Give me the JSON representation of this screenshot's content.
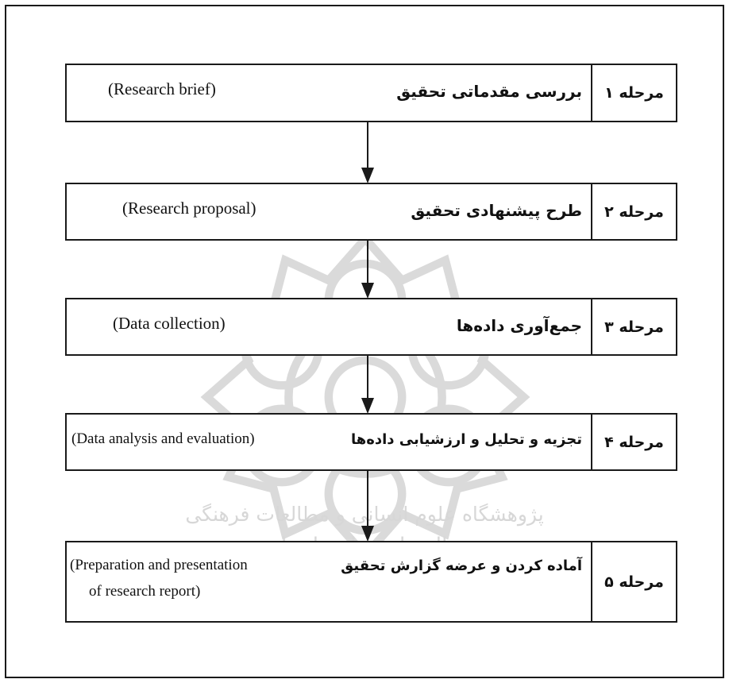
{
  "stages": [
    {
      "label": "مرحله ۱",
      "fa": "بررسی مقدماتی تحقیق",
      "en": "(Research brief)"
    },
    {
      "label": "مرحله ۲",
      "fa": "طرح پیشنهادی تحقیق",
      "en": "(Research proposal)"
    },
    {
      "label": "مرحله ۳",
      "fa": "جمع‌آوری داده‌ها",
      "en": "(Data collection)"
    },
    {
      "label": "مرحله ۴",
      "fa": "تجزیه و تحلیل و ارزشیابی داده‌ها",
      "en": "(Data analysis and evaluation)"
    },
    {
      "label": "مرحله ۵",
      "fa": "آماده کردن و عرضه گزارش تحقیق",
      "en_line1": "(Preparation and presentation",
      "en_line2": "of research report)"
    }
  ],
  "watermark": {
    "line1": "پژوهشگاه علوم انسانی و مطالعات فرهنگی",
    "line2": "پرتال جامع علوم انسانی"
  }
}
